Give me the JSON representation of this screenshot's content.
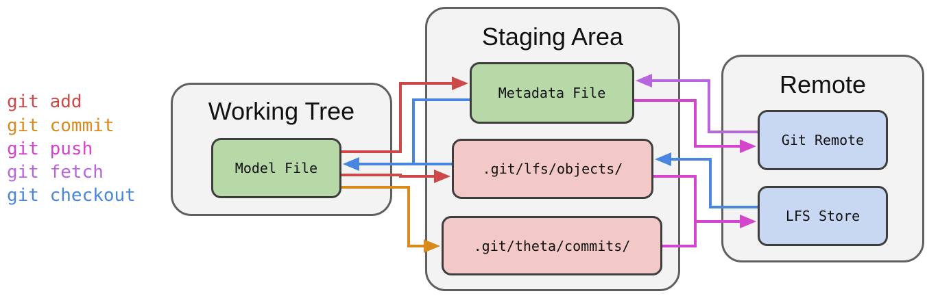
{
  "legend": [
    {
      "label": "git add",
      "color": "#cd4848"
    },
    {
      "label": "git commit",
      "color": "#d88a1c"
    },
    {
      "label": "git push",
      "color": "#d444cc"
    },
    {
      "label": "git fetch",
      "color": "#b866de"
    },
    {
      "label": "git checkout",
      "color": "#4a86e0"
    }
  ],
  "areas": {
    "working_tree": {
      "title": "Working Tree"
    },
    "staging": {
      "title": "Staging Area"
    },
    "remote": {
      "title": "Remote"
    }
  },
  "nodes": {
    "model_file": "Model File",
    "metadata_file": "Metadata File",
    "lfs_objects": ".git/lfs/objects/",
    "theta_commits": ".git/theta/commits/",
    "git_remote": "Git Remote",
    "lfs_store": "LFS Store"
  },
  "colors": {
    "add": "#cd4848",
    "commit": "#d88a1c",
    "push": "#d444cc",
    "fetch": "#b866de",
    "checkout": "#4a86e0",
    "node_green": "#b7d8a7",
    "node_red": "#f3c9c8",
    "node_blue": "#c8d8f3",
    "container_bg": "#f3f3f3"
  }
}
